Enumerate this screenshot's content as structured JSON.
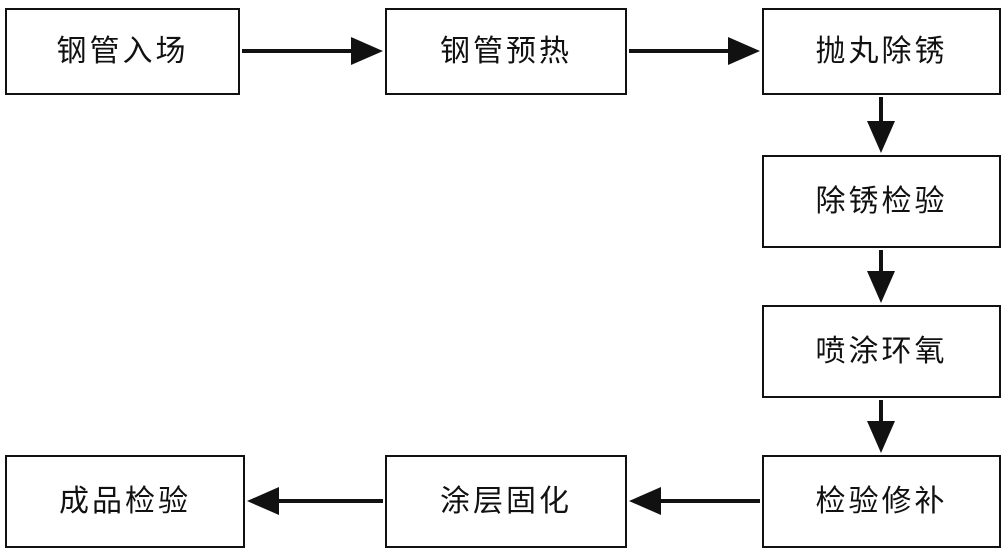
{
  "diagram": {
    "type": "flowchart",
    "description": "Steel pipe coating process flow",
    "colors": {
      "background": "#ffffff",
      "node_fill": "#ffffff",
      "node_border": "#111111",
      "arrow": "#111111",
      "text": "#111111"
    },
    "nodes": [
      {
        "id": "steel-pipe-entry",
        "label": "钢管入场",
        "row": "top",
        "col": 0
      },
      {
        "id": "pipe-preheating",
        "label": "钢管预热",
        "row": "top",
        "col": 1
      },
      {
        "id": "shot-blasting-derusting",
        "label": "抛丸除锈",
        "row": "top",
        "col": 2
      },
      {
        "id": "derusting-inspection",
        "label": "除锈检验",
        "row": "middle",
        "col": 2
      },
      {
        "id": "epoxy-spraying",
        "label": "喷涂环氧",
        "row": "middle2",
        "col": 2
      },
      {
        "id": "inspection-repair",
        "label": "检验修补",
        "row": "bottom",
        "col": 2
      },
      {
        "id": "coating-curing",
        "label": "涂层固化",
        "row": "bottom",
        "col": 1
      },
      {
        "id": "finished-product-inspection",
        "label": "成品检验",
        "row": "bottom",
        "col": 0
      }
    ],
    "edges": [
      {
        "from": "钢管入场",
        "to": "钢管预热",
        "direction": "right"
      },
      {
        "from": "钢管预热",
        "to": "抛丸除锈",
        "direction": "right"
      },
      {
        "from": "抛丸除锈",
        "to": "除锈检验",
        "direction": "down"
      },
      {
        "from": "除锈检验",
        "to": "喷涂环氧",
        "direction": "down"
      },
      {
        "from": "喷涂环氧",
        "to": "检验修补",
        "direction": "down"
      },
      {
        "from": "检验修补",
        "to": "涂层固化",
        "direction": "left"
      },
      {
        "from": "涂层固化",
        "to": "成品检验",
        "direction": "left"
      }
    ]
  }
}
